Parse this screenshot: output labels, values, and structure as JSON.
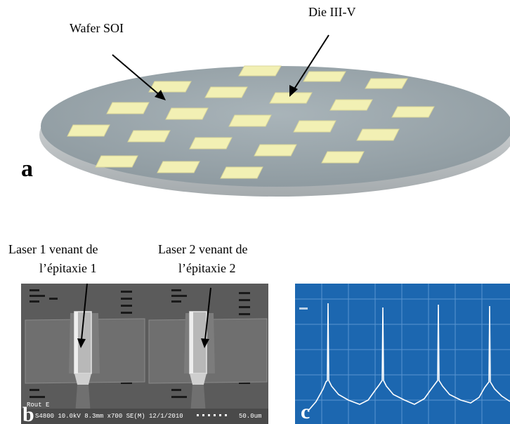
{
  "panel_a": {
    "letter": "a",
    "label_wafer": "Wafer SOI",
    "label_die": "Die III-V"
  },
  "panel_b": {
    "letter": "b",
    "label_laser1_line1": "Laser 1 venant de",
    "label_laser1_line2": "l’épitaxie 1",
    "label_laser2_line1": "Laser 2 venant de",
    "label_laser2_line2": "l’épitaxie 2",
    "sem_tag": "Rout E",
    "sem_info": "S4800 10.0kV 8.3mm x700 SE(M) 12/1/2010",
    "sem_scale": "50.0um"
  },
  "panel_c": {
    "letter": "c",
    "peak_count": 4
  },
  "colors": {
    "wafer_top": "#9aa6ac",
    "wafer_edge": "#d2d6d8",
    "die_fill": "#f2f0b4",
    "spectrum_bg": "#1c67b0",
    "spectrum_trace": "#ffffff",
    "sem_bg": "#5e5e5e"
  }
}
